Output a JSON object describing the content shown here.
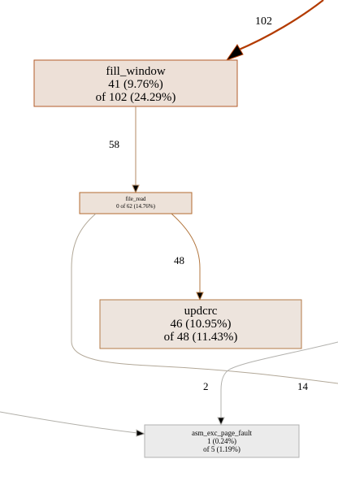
{
  "nodes": {
    "fill_window": {
      "name": "fill_window",
      "self": "41 (9.76%)",
      "cumulative": "of 102 (24.29%)",
      "fill": "#ede0d7",
      "stroke": "#b35b2a"
    },
    "file_read": {
      "name": "file_read",
      "self": "0 of 62 (14.76%)",
      "fill": "#ede2d9",
      "stroke": "#b36b30"
    },
    "updcrc": {
      "name": "updcrc",
      "self": "46 (10.95%)",
      "cumulative": "of 48 (11.43%)",
      "fill": "#ede4dd",
      "stroke": "#b37a46"
    },
    "asm_exc_page_fault": {
      "name": "asm_exc_page_fault",
      "self": "1 (0.24%)",
      "cumulative": "of 5 (1.19%)",
      "fill": "#ebebeb",
      "stroke": "#b2b2b2"
    }
  },
  "edges": {
    "into_fill_window": {
      "label": "102",
      "color": "#b33b00"
    },
    "fill_window_to_file_read": {
      "label": "58",
      "color": "#b38a63"
    },
    "file_read_to_updcrc": {
      "label": "48",
      "color": "#b3773f"
    },
    "offscreen_to_page_fault": {
      "label": "2",
      "color": "#b2b1ad"
    },
    "file_read_offscreen": {
      "label": "14",
      "color": "#b2a898"
    },
    "left_to_page_fault": {
      "color": "#b2b0aa"
    }
  }
}
